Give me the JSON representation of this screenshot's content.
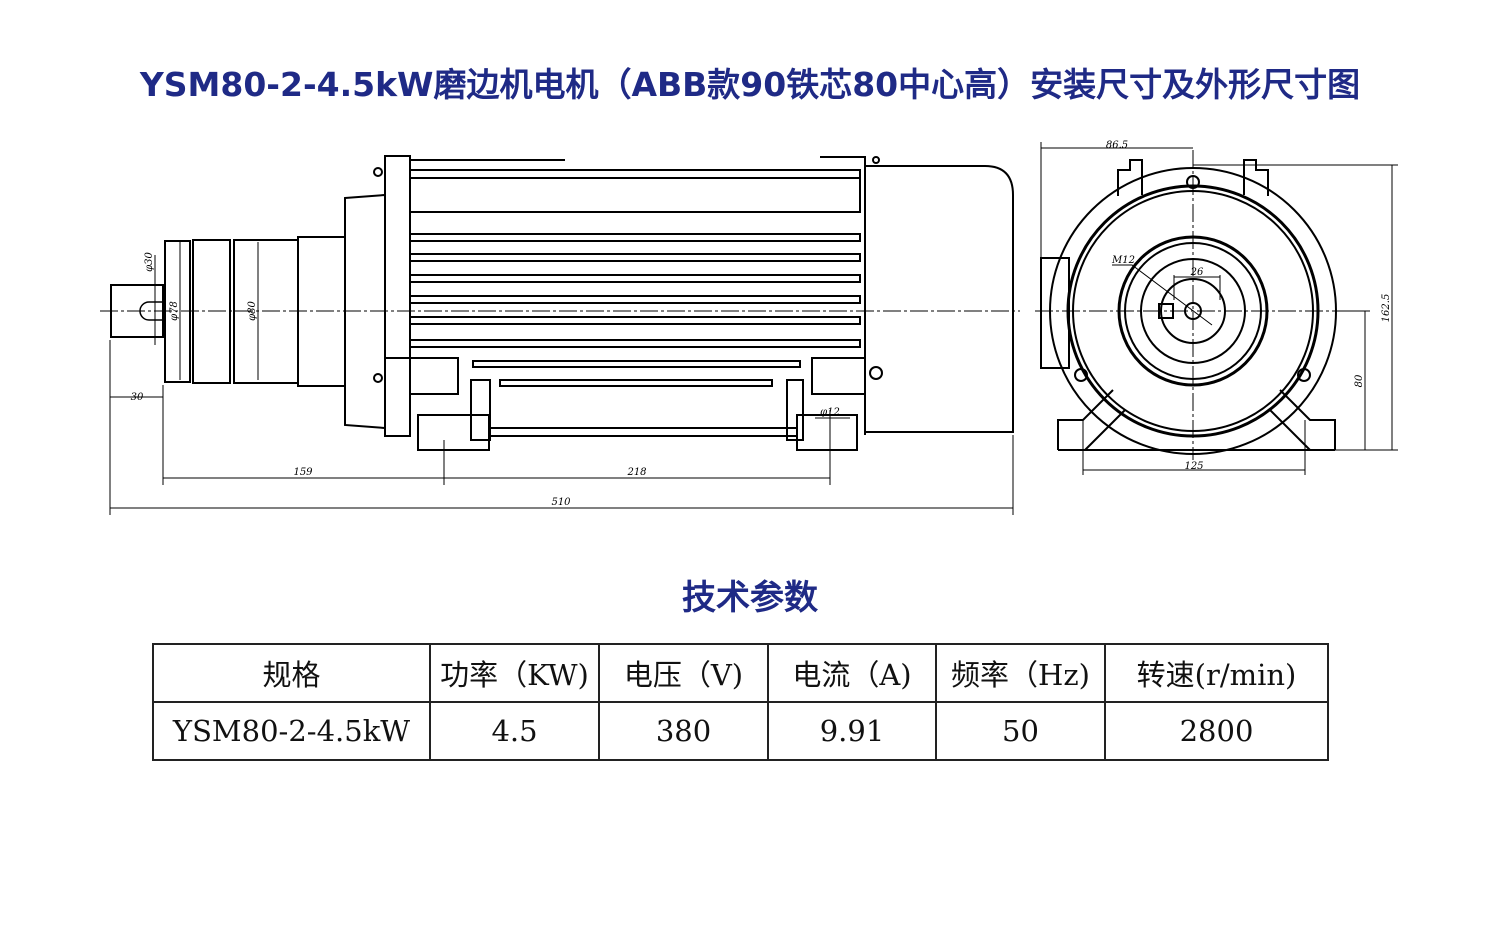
{
  "title": "YSM80-2-4.5kW磨边机电机（ABB款90铁芯80中心高）安装尺寸及外形尺寸图",
  "drawing": {
    "side_view": {
      "dims": {
        "shaft_len": "30",
        "d_shaft": "φ30",
        "d_78": "φ78",
        "d_80": "φ80",
        "d_hole": "φ12",
        "len_159": "159",
        "len_218": "218",
        "len_510": "510"
      }
    },
    "end_view": {
      "dims": {
        "half_width": "86.5",
        "height": "162.5",
        "center_height": "80",
        "foot_span": "125",
        "thread": "M12",
        "key": "26"
      }
    }
  },
  "spec_title": "技术参数",
  "table": {
    "headers": [
      "规格",
      "功率（KW)",
      "电压（V)",
      "电流（A)",
      "频率（Hz)",
      "转速(r/min)"
    ],
    "rows": [
      [
        "YSM80-2-4.5kW",
        "4.5",
        "380",
        "9.91",
        "50",
        "2800"
      ]
    ]
  }
}
